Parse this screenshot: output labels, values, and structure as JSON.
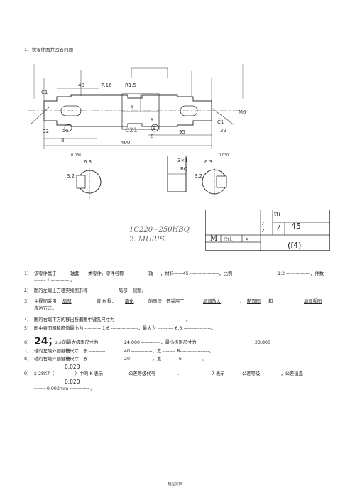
{
  "title": "1、读零件图并回答问题",
  "drawing": {
    "dims": {
      "d1": "40",
      "d2": "7.16",
      "d3": "R1.5",
      "d4": "C1",
      "d5": "32",
      "d6": "55",
      "d7": "8",
      "d8": "400",
      "d9": "95",
      "d10": "C1",
      "d11": "32",
      "d12": "M6",
      "d13": "一号",
      "d14": "8",
      "d15": "3×1",
      "d16": "6.3",
      "d17": "3.2",
      "d18": "3.2",
      "d19": "6.3",
      "d20": "0.030",
      "d21": "0.036",
      "d22": "BQ",
      "d23": "C21",
      "d24": "B",
      "d25": "8"
    },
    "hand_text_1": "1C220~250HBQ",
    "hand_text_2": "2. MURIS."
  },
  "title_block": {
    "c_tti": "tti",
    "c_7": "7",
    "c_2": "2",
    "c_1": "/",
    "c_45": "45",
    "c_M": "M",
    "c_tt": "(tt).",
    "c_s": "s",
    "c_f4": "(f4)"
  },
  "q1": {
    "num": "1)",
    "a": "该零件属于",
    "b": "轴套",
    "c": "类零件。零件名称",
    "d": "轴",
    "e": "，材料——45 ------------------，比例",
    "f": "1:2 ---------------，件数",
    "g": "------- 1 ----------- 。"
  },
  "q2": {
    "num": "2)",
    "a": "图的左端上方粗实线图形称",
    "b": "局部",
    "c": "视图。"
  },
  "q3": {
    "num": "3)",
    "a": "主视图采用",
    "b": "局部",
    "c": "音 H 视，",
    "d": "简化",
    "e": "的画法，还采用了",
    "f": "局部放大",
    "g": "、",
    "h": "断面图",
    "i": "和",
    "j": "局部视图",
    "k": "表达方法。"
  },
  "q4": {
    "num": "4)",
    "a": "图的右端下方的移出断面图中键孔尺寸为",
    "b": "________________",
    "c": "。"
  },
  "q5": {
    "num": "5)",
    "a": "图中表面粗糙度值最小为 ---------- 1.6 -----------------，最大为 ---------- 6.3 -----------------。"
  },
  "q6": {
    "num": "6)",
    "big": "24；",
    "small": "2h6",
    "a": "的最大极限尺寸为",
    "b": "24.000 ------------，最小极限尺寸为",
    "c": "23.800"
  },
  "q7": {
    "num": "7)",
    "a": "轴的左端外圆键槽尺寸，长 ----------",
    "b": "40 -------------，宽 -------- 8------------------。"
  },
  "q8": {
    "num": "8)",
    "a": "轴的右端外圆键槽尺寸，长 ----------",
    "b": "20 -------------，宽 ----------6-------------。"
  },
  "q9": {
    "num": "9)",
    "top": "0.023",
    "a": "$ 28K7（ ----- ------）中的 K 表示--------------- 公差等级代号 ------------ .",
    "b": "7 表示 --------- 公差等级 ------------，公差值是",
    "bottom": "0.020",
    "c": "------- 0.003mm ------------ 。"
  },
  "footer": "精品文档"
}
